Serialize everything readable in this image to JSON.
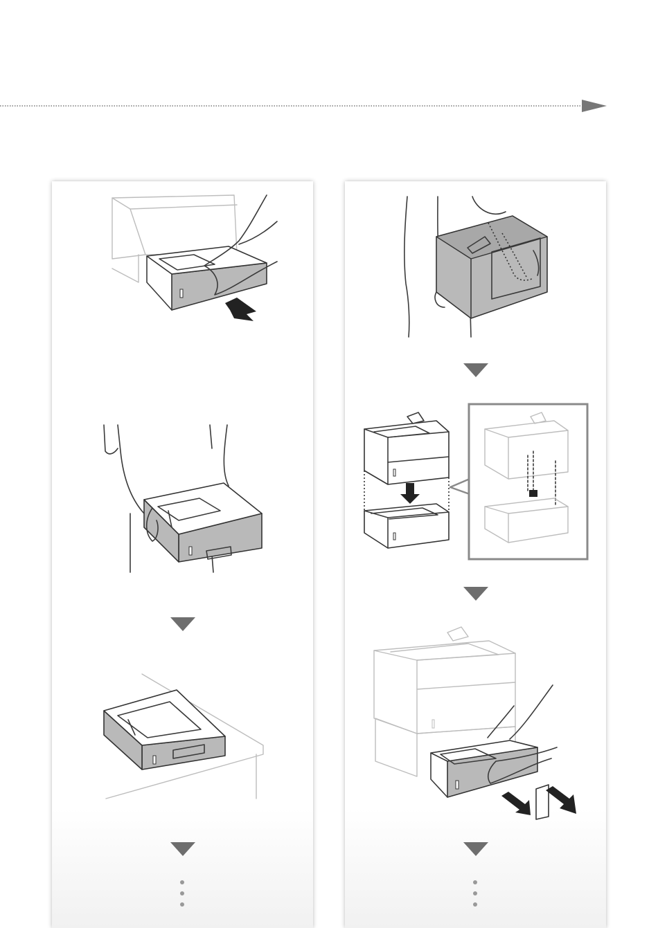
{
  "header": {
    "arrow_line": "dotted-progress-line",
    "arrow_head": "triangle-right-icon"
  },
  "colors": {
    "line": "#9a9a9a",
    "arrow": "#777777",
    "panel_shadow": "#cccccc",
    "step_arrow": "#6e6e6e",
    "highlight_frame": "#8a8a8a",
    "part_fill": "#b9b9b9"
  },
  "left_column": {
    "steps": [
      {
        "illustration": "insert-paper-drawer-illustration"
      },
      {
        "illustration": "carry-paper-feeder-illustration"
      },
      {
        "illustration": "feeder-on-table-illustration"
      }
    ],
    "continue_icon": "vertical-ellipsis-icon"
  },
  "right_column": {
    "steps": [
      {
        "illustration": "lift-printer-illustration"
      },
      {
        "illustration": "stack-printer-on-feeder-illustration"
      },
      {
        "illustration": "pull-out-drawer-illustration"
      }
    ],
    "continue_icon": "vertical-ellipsis-icon"
  }
}
